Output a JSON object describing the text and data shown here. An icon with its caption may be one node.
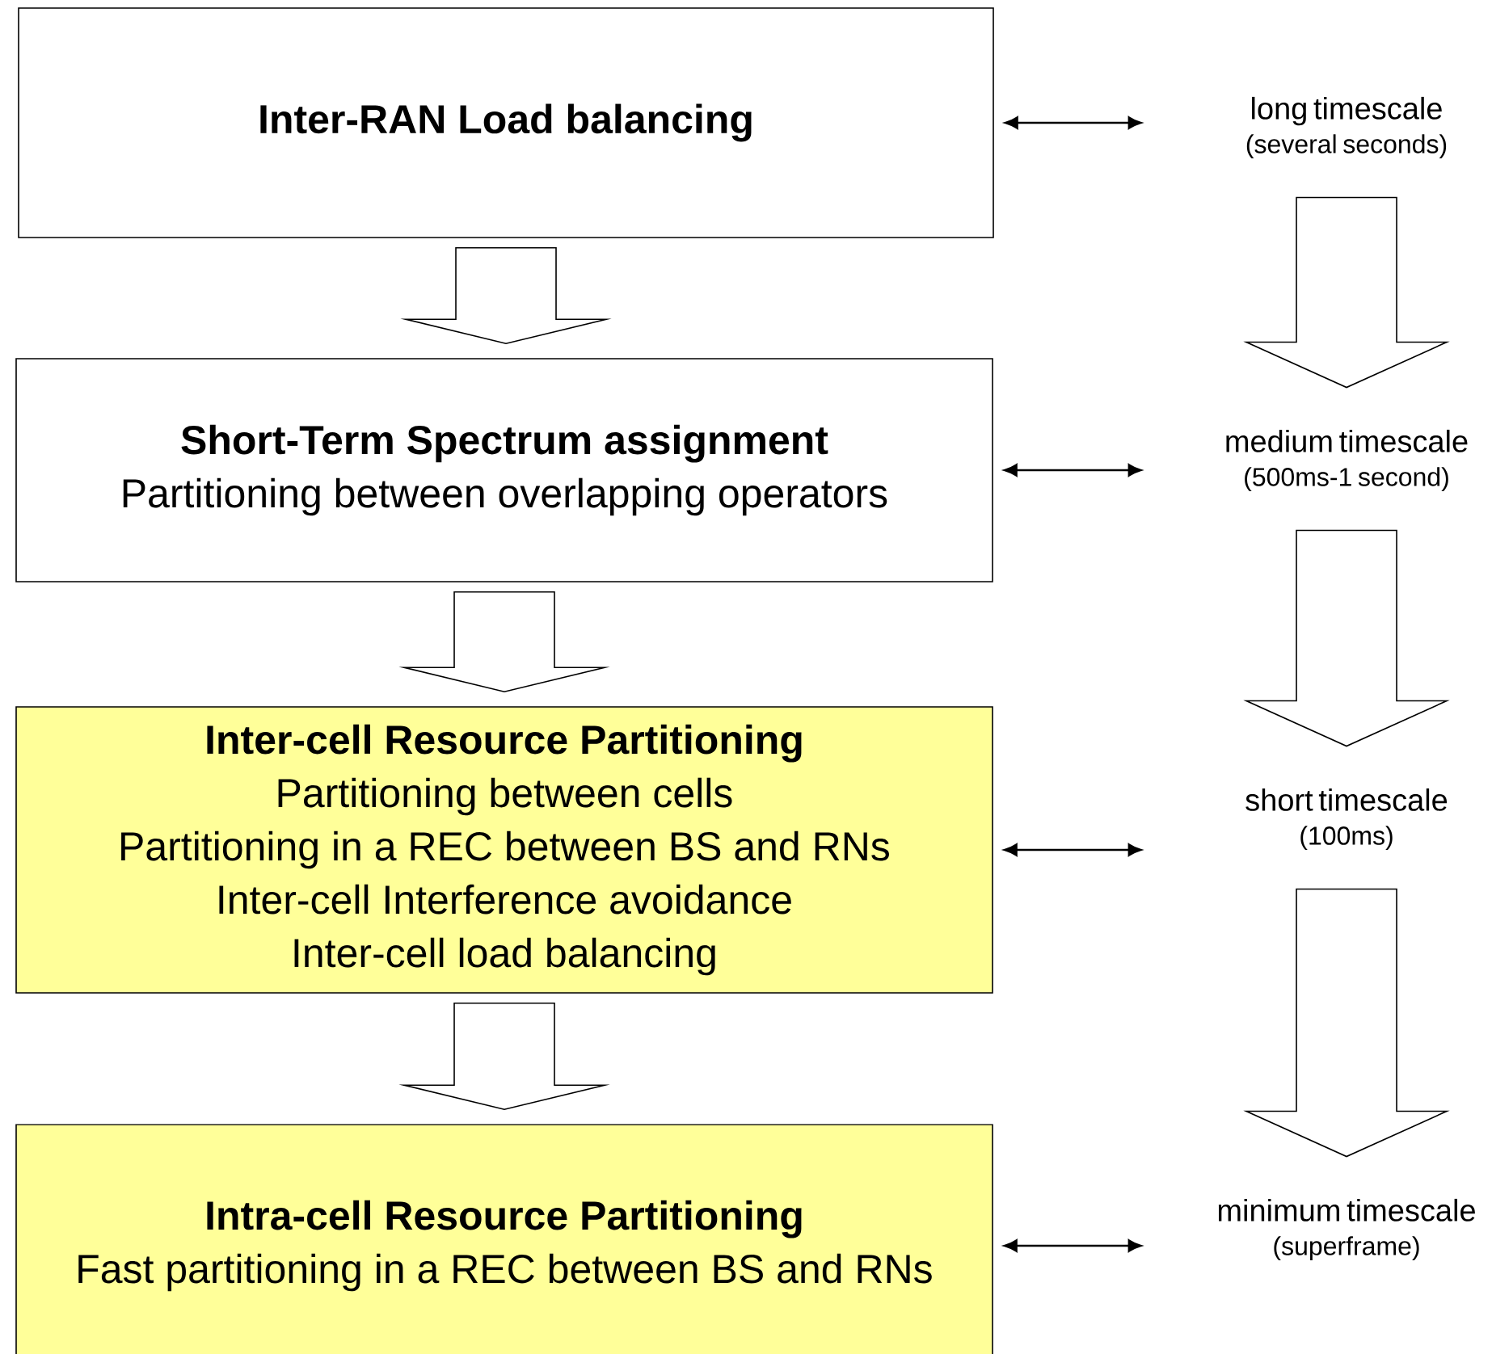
{
  "diagram": {
    "nodes": [
      {
        "text": [
          "Inter-RAN Load balancing"
        ]
      },
      {
        "text": [
          "Short-Term Spectrum assignment",
          "Partitioning between overlapping operators"
        ]
      },
      {
        "text": [
          "Inter-cell Resource Partitioning",
          "Partitioning between cells",
          "Partitioning in a REC between BS and RNs",
          "Inter-cell Interference avoidance",
          "Inter-cell load balancing"
        ]
      },
      {
        "text": [
          "Intra-cell Resource Partitioning",
          "Fast partitioning in a REC between BS and RNs"
        ]
      },
      {
        "text": [
          "long timescale",
          "(several seconds)"
        ]
      },
      {
        "text": [
          "medium timescale",
          "(500ms-1 second)"
        ]
      },
      {
        "text": [
          "short timescale",
          "(100ms)"
        ]
      },
      {
        "text": [
          "minimum timescale",
          "(superframe)"
        ]
      }
    ],
    "edges": [
      {
        "from": 0,
        "to": 1,
        "arrow": "to"
      },
      {
        "from": 1,
        "to": 2,
        "arrow": "to"
      },
      {
        "from": 2,
        "to": 3,
        "arrow": "to"
      },
      {
        "from": 0,
        "to": 4,
        "arrow": "both"
      },
      {
        "from": 1,
        "to": 5,
        "arrow": "both"
      },
      {
        "from": 2,
        "to": 6,
        "arrow": "both"
      },
      {
        "from": 3,
        "to": 7,
        "arrow": "both"
      },
      {
        "from": 4,
        "to": 5,
        "arrow": "to"
      },
      {
        "from": 5,
        "to": 6,
        "arrow": "to"
      },
      {
        "from": 6,
        "to": 7,
        "arrow": "to"
      }
    ]
  }
}
